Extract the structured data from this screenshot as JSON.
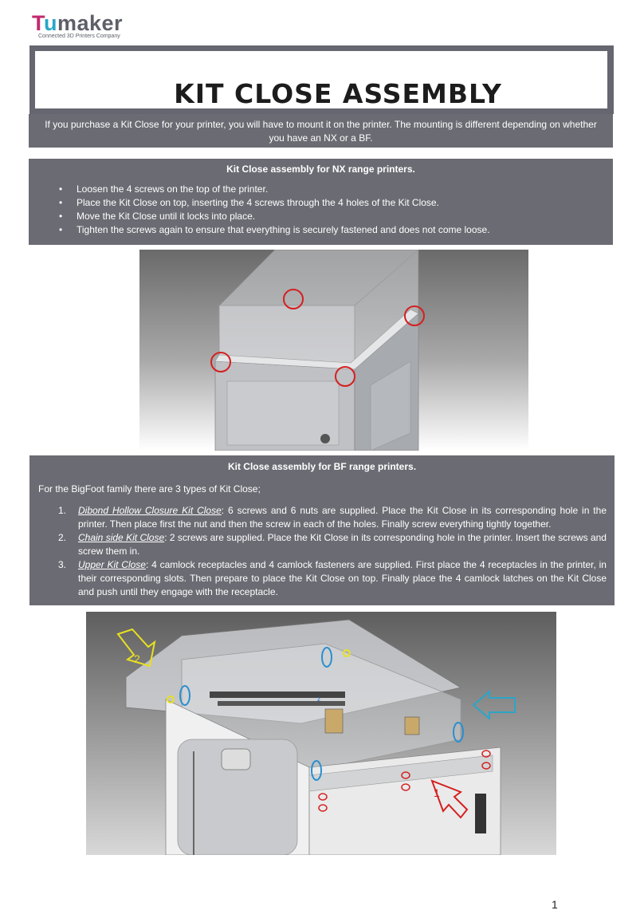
{
  "logo": {
    "brand_t": "T",
    "brand_u": "u",
    "brand_rest": "maker",
    "tagline": "Connected 3D Printers Company"
  },
  "title": "KIT CLOSE ASSEMBLY",
  "intro": "If you purchase a Kit Close for your printer, you will have to mount it on the printer. The mounting is different depending on whether you have an NX or a BF.",
  "nx": {
    "heading": "Kit Close assembly for NX range printers.",
    "steps": [
      "Loosen the 4 screws on the top of the printer.",
      "Place the Kit Close on top, inserting the 4 screws through the 4 holes of the Kit Close.",
      "Move the Kit Close until it locks into place.",
      "Tighten the screws again to ensure that everything is securely fastened and does not come loose."
    ]
  },
  "bf": {
    "heading": "Kit Close assembly for BF range printers.",
    "intro": "For the BigFoot family there are 3 types of Kit Close;",
    "items": [
      {
        "num": "1.",
        "name": "Dibond Hollow Closure Kit Close",
        "text": ": 6 screws and 6 nuts are supplied. Place the Kit Close in its corresponding hole in the printer. Then place first the nut and then the screw in each of the holes. Finally screw everything tightly together."
      },
      {
        "num": "2.",
        "name": "Chain side Kit Close",
        "text": ": 2 screws are supplied. Place the Kit Close in its corresponding hole in the printer. Insert the screws and screw them in."
      },
      {
        "num": "3.",
        "name": "Upper Kit Close",
        "text": ": 4 camlock receptacles and 4 camlock fasteners are supplied. First place the 4 receptacles in the printer, in their corresponding slots. Then prepare to place the Kit Close on top. Finally place the 4 camlock latches on the Kit Close and push until they engage with the receptacle."
      }
    ]
  },
  "figure2": {
    "label_1": "1",
    "label_2": "2",
    "axis_label": "z"
  },
  "page_number": "1",
  "colors": {
    "panel": "#6b6b73",
    "highlight_red": "#d42020",
    "highlight_blue": "#2a8fd0",
    "highlight_yellow": "#e8e020",
    "accent_cyan": "#2aa6c8"
  }
}
